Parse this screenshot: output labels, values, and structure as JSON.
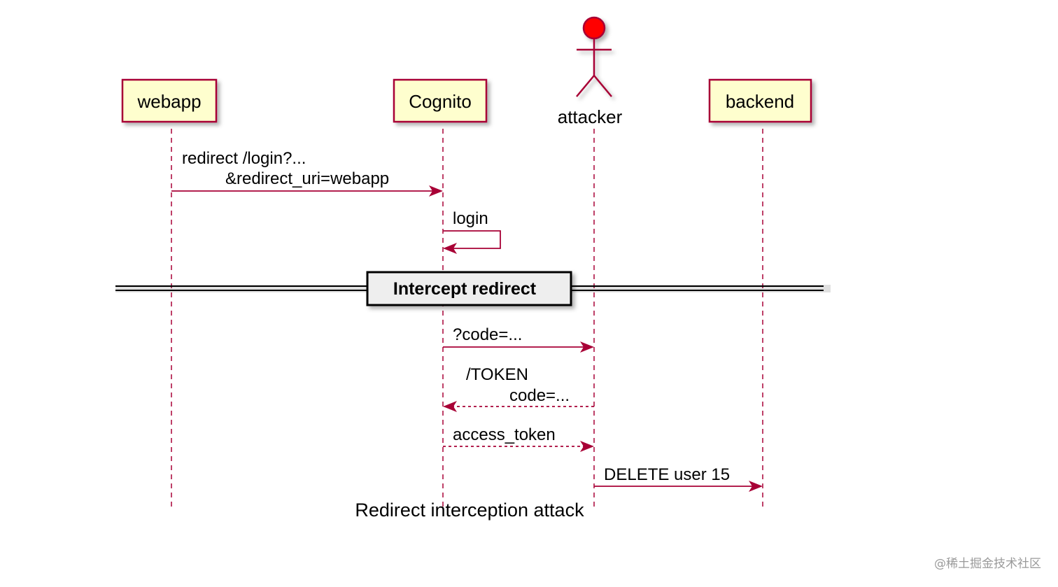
{
  "participants": {
    "webapp": "webapp",
    "cognito": "Cognito",
    "attacker": "attacker",
    "backend": "backend"
  },
  "messages": {
    "redirect_line1": "redirect /login?...",
    "redirect_line2": "&redirect_uri=webapp",
    "login": "login",
    "code": "?code=...",
    "token_line1": "/TOKEN",
    "token_line2": "code=...",
    "access_token": "access_token",
    "delete_user": "DELETE user 15"
  },
  "divider": {
    "label": "Intercept redirect"
  },
  "caption": "Redirect interception attack",
  "watermark": "@稀土掘金技术社区",
  "colors": {
    "participant_fill": "#fefece",
    "border": "#a80036",
    "actor_head": "#ff0000",
    "divider_box": "#eeeeee"
  }
}
